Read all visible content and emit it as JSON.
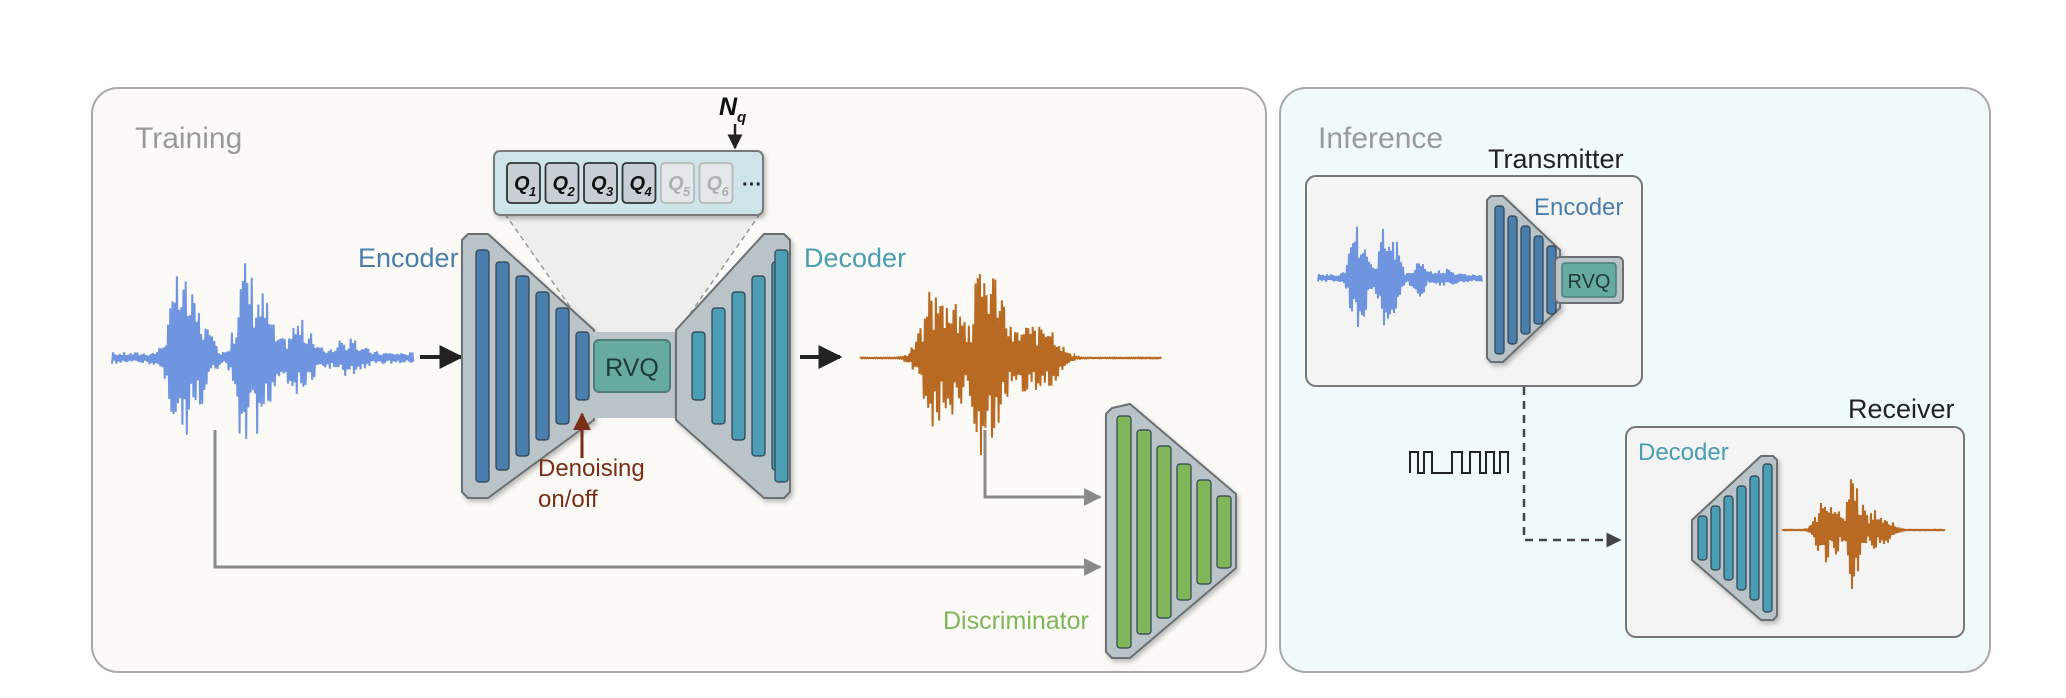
{
  "training": {
    "title": "Training",
    "encoder_label": "Encoder",
    "decoder_label": "Decoder",
    "rvq_label": "RVQ",
    "nq_label": "N",
    "nq_sub": "q",
    "quantizers": [
      {
        "q": "Q",
        "sub": "1",
        "active": true
      },
      {
        "q": "Q",
        "sub": "2",
        "active": true
      },
      {
        "q": "Q",
        "sub": "3",
        "active": true
      },
      {
        "q": "Q",
        "sub": "4",
        "active": true
      },
      {
        "q": "Q",
        "sub": "5",
        "active": false
      },
      {
        "q": "Q",
        "sub": "6",
        "active": false
      }
    ],
    "quantizer_ellipsis": "···",
    "denoising_line1": "Denoising",
    "denoising_line2": "on/off",
    "discriminator_label": "Discriminator"
  },
  "inference": {
    "title": "Inference",
    "transmitter_label": "Transmitter",
    "receiver_label": "Receiver",
    "encoder_label": "Encoder",
    "decoder_label": "Decoder",
    "rvq_label": "RVQ"
  },
  "colors": {
    "encoder": "#4a7fad",
    "decoder": "#4a9db3",
    "discriminator": "#7fb65a",
    "rvq": "#66aaa0",
    "input_wave": "#6f95e0",
    "output_wave": "#b86a22",
    "denoising": "#7a2e16"
  }
}
